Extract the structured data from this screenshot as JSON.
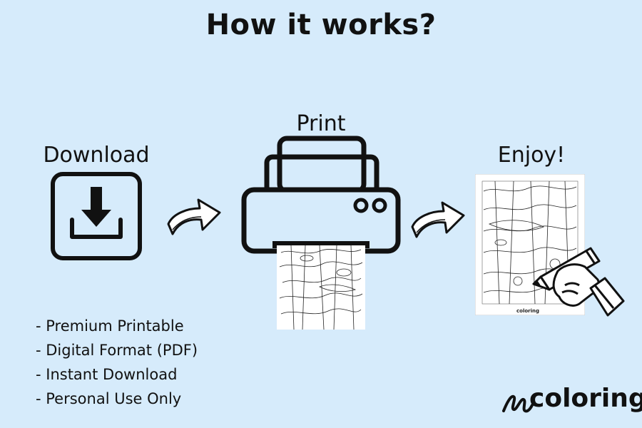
{
  "page": {
    "title": "How it works?"
  },
  "steps": [
    {
      "label": "Download",
      "icon": "download-icon"
    },
    {
      "label": "Print",
      "icon": "printer-icon"
    },
    {
      "label": "Enjoy!",
      "icon": "coloring-page-with-hand-icon"
    }
  ],
  "features": [
    "- Premium Printable",
    "- Digital Format (PDF)",
    "- Instant Download",
    "- Personal Use Only"
  ],
  "brand": {
    "logo_text": "coloring",
    "small_text": "coloring"
  },
  "colors": {
    "background": "#d6ebfb",
    "ink": "#111111",
    "paper": "#ffffff"
  }
}
